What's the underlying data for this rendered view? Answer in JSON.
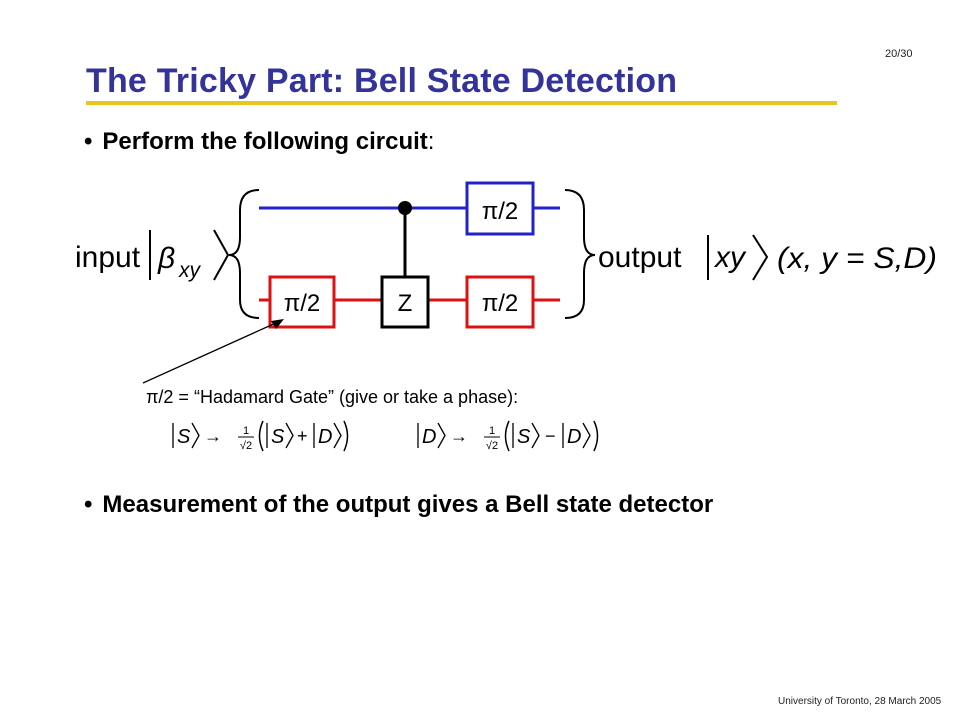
{
  "slide": {
    "number": "20/30",
    "title": "The Tricky Part: Bell State Detection",
    "footer": "University of Toronto, 28 March 2005"
  },
  "bullets": [
    {
      "bullet": "•",
      "text": "Perform the following circuit",
      "suffix": ":"
    },
    {
      "bullet": "•",
      "text": "Measurement of the output gives a Bell state detector"
    }
  ],
  "circuit": {
    "input_label": "input",
    "input_state": {
      "symbol": "β",
      "subscript": "xy"
    },
    "output_label": "output",
    "output_state": "xy",
    "output_condition": "(x, y = S,D)",
    "gates": {
      "top_right": "π/2",
      "bottom_left": "π/2",
      "bottom_middle": "Z",
      "bottom_right": "π/2"
    },
    "colors": {
      "top_wire": "#2222cc",
      "bottom_wire": "#dd1111",
      "control": "#000000",
      "title": "#333399",
      "underline": "#e8c61e"
    }
  },
  "annotation": {
    "text": "π/2 = “Hadamard Gate” (give or take a phase):",
    "eq1": {
      "lhs": "S",
      "arrow": "→",
      "frac_num": "1",
      "frac_den": "√2",
      "a": "S",
      "op": "+",
      "b": "D"
    },
    "eq2": {
      "lhs": "D",
      "arrow": "→",
      "frac_num": "1",
      "frac_den": "√2",
      "a": "S",
      "op": "−",
      "b": "D"
    }
  }
}
